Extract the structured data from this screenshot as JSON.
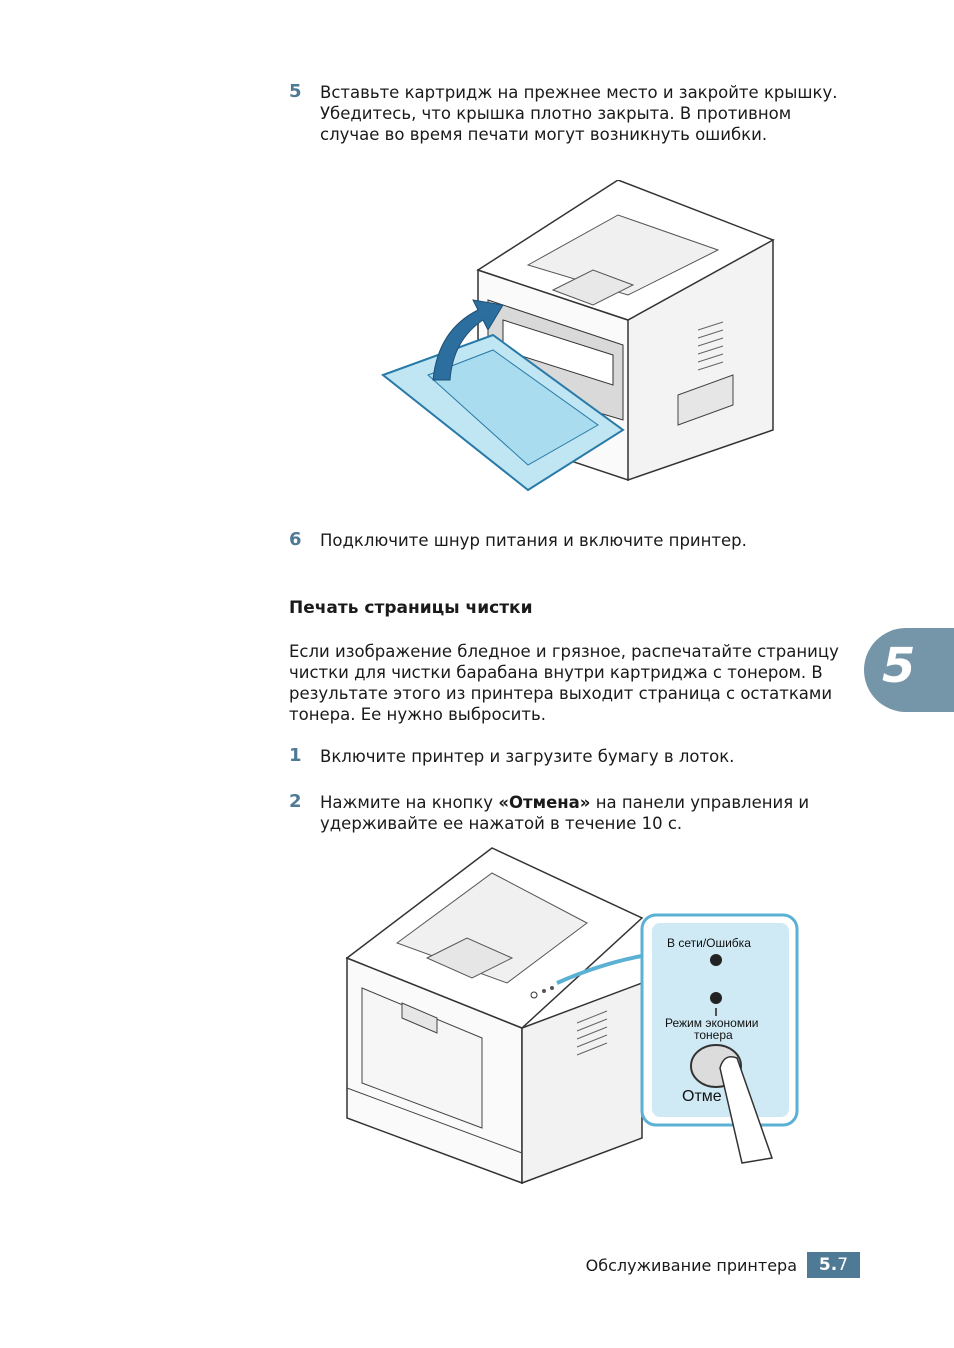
{
  "step5": {
    "num": "5",
    "text": "Вставьте картридж на прежнее место и закройте крышку. Убедитесь, что крышка плотно закрыта. В противном случае во время печати могут возникнуть ошибки."
  },
  "step6": {
    "num": "6",
    "text": "Подключите шнур питания и включите принтер."
  },
  "section_heading": "Печать страницы чистки",
  "section_para": "Если изображение бледное и грязное, распечатайте страницу чистки для чистки барабана внутри картриджа с тонером. В результате этого из принтера выходит страница с остатками тонера. Ее нужно выбросить.",
  "step1": {
    "num": "1",
    "text": "Включите принтер и загрузите бумагу в лоток."
  },
  "step2": {
    "num": "2",
    "text_before": "Нажмите на кнопку ",
    "bold": "«Отмена»",
    "text_after": " на панели управления и удерживайте ее нажатой в течение 10 с."
  },
  "panel": {
    "online_error": "В сети/Ошибка",
    "toner_save_line1": "Режим экономии",
    "toner_save_line2": "тонера",
    "cancel_label": "Отме"
  },
  "chapter_tab": "5",
  "footer": {
    "section": "Обслуживание принтера",
    "chapter": "5",
    "page": "7"
  },
  "colors": {
    "accent": "#4f7a96",
    "tab": "#7595a8",
    "cover": "#bfe6f2"
  }
}
